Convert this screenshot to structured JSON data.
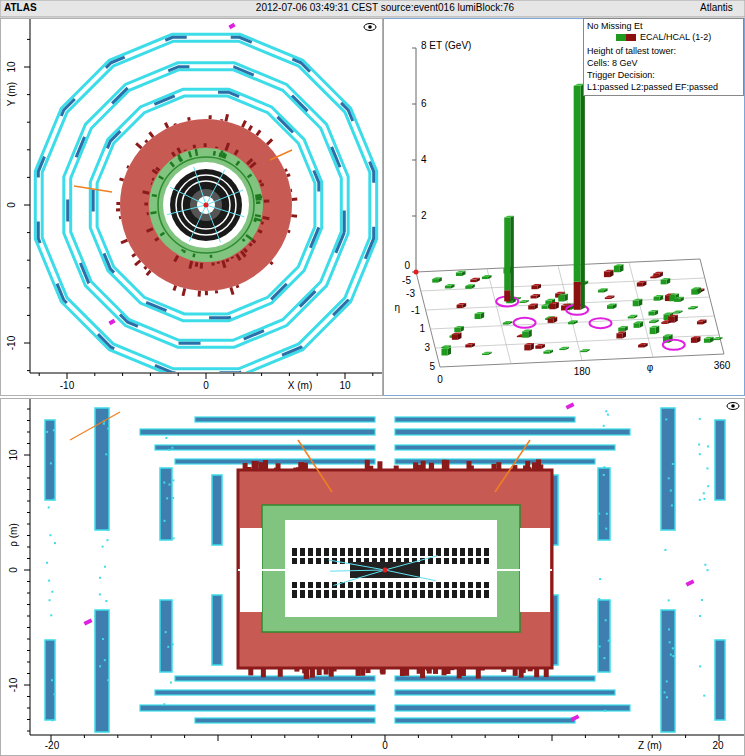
{
  "diagram": {
    "labels": [
      "ATLAS",
      "2012-07-06 03:49:31 CEST source:event016 lumiBlock:76",
      "Atlantis",
      "10",
      "Y (m)",
      "0",
      "-10",
      "-10",
      "0",
      "X (m)",
      "10",
      "8 ET (GeV)",
      "6",
      "4",
      "2",
      "0",
      "-5",
      "-3",
      "η",
      "-1",
      "1",
      "3",
      "5",
      "0",
      "180",
      "φ",
      "360",
      "No Missing Et",
      "Height of tallest tower:",
      "Cells: 8 GeV",
      "Trigger Decision:",
      "L1:passed L2:passed EF:passed",
      "10",
      "ρ (m)",
      "0",
      "-10",
      "-20",
      "0",
      "Z (m)",
      "20"
    ],
    "legend": [
      {
        "text": "ECAL/HCAL (1-2)"
      }
    ]
  }
}
